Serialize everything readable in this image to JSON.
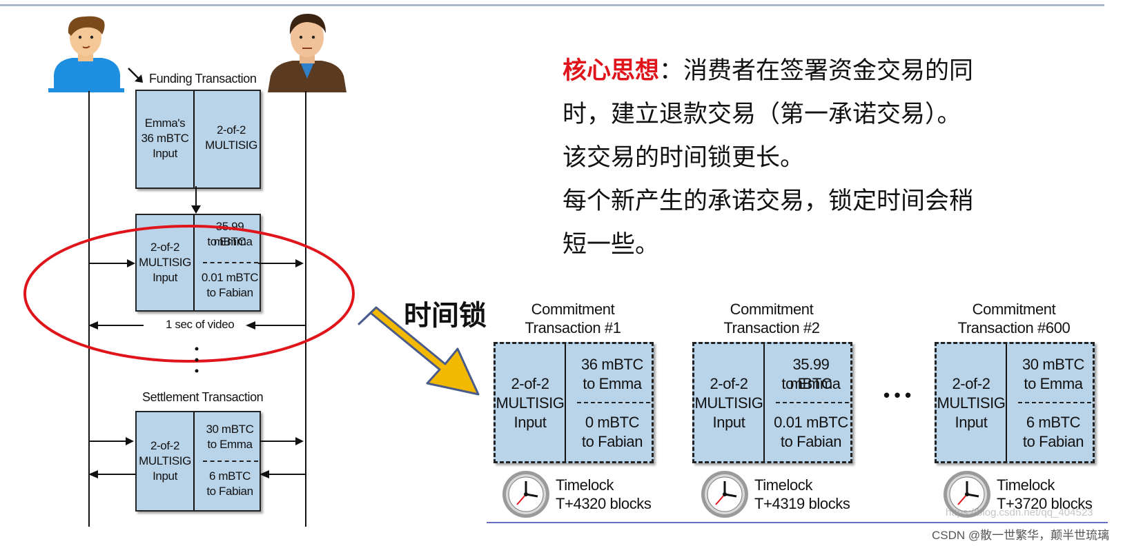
{
  "left_diagram": {
    "funding": {
      "caption": "Funding Transaction",
      "input": [
        "Emma's",
        "36 mBTC",
        "Input"
      ],
      "output": [
        "2-of-2",
        "MULTISIG"
      ]
    },
    "commitment": {
      "input": [
        "2-of-2",
        "MULTISIG",
        "Input"
      ],
      "out1": [
        "35.99 mBTC",
        "to Emma"
      ],
      "out2": [
        "0.01 mBTC",
        "to Fabian"
      ]
    },
    "interval_label": "1 sec of video",
    "settlement": {
      "caption": "Settlement Transaction",
      "input": [
        "2-of-2",
        "MULTISIG",
        "Input"
      ],
      "out1": [
        "30 mBTC",
        "to Emma"
      ],
      "out2": [
        "6 mBTC",
        "to Fabian"
      ]
    }
  },
  "core_idea": {
    "label": "核心思想",
    "colon": "：",
    "lines": [
      "消费者在签署资金交易的同",
      "时，建立退款交易（第一承诺交易）。",
      "该交易的时间锁更长。",
      "每个新产生的承诺交易，锁定时间会稍",
      "短一些。"
    ]
  },
  "arrow_label": "时间锁",
  "commitments": [
    {
      "title": [
        "Commitment",
        "Transaction #1"
      ],
      "input": [
        "2-of-2",
        "MULTISIG",
        "Input"
      ],
      "out1": [
        "36 mBTC",
        "to Emma"
      ],
      "out2": [
        "0 mBTC",
        "to Fabian"
      ],
      "timelock": [
        "Timelock",
        "T+4320 blocks"
      ]
    },
    {
      "title": [
        "Commitment",
        "Transaction #2"
      ],
      "input": [
        "2-of-2",
        "MULTISIG",
        "Input"
      ],
      "out1": [
        "35.99 mBTC",
        "to Emma"
      ],
      "out2": [
        "0.01 mBTC",
        "to Fabian"
      ],
      "timelock": [
        "Timelock",
        "T+4319 blocks"
      ]
    },
    {
      "title": [
        "Commitment",
        "Transaction #600"
      ],
      "input": [
        "2-of-2",
        "MULTISIG",
        "Input"
      ],
      "out1": [
        "30 mBTC",
        "to Emma"
      ],
      "out2": [
        "6 mBTC",
        "to Fabian"
      ],
      "timelock": [
        "Timelock",
        "T+3720 blocks"
      ]
    }
  ],
  "ellipsis": "• • •",
  "watermark": "CSDN @散一世繁华，颠半世琉璃",
  "faint_url": "https://blog.csdn.net/qq_404523",
  "colors": {
    "box_fill": "#b9d3e9",
    "ellipse": "#e0141b",
    "arrow_fill": "#f3b800",
    "arrow_stroke": "#4a5a8a",
    "accent_text": "#e0141b"
  }
}
